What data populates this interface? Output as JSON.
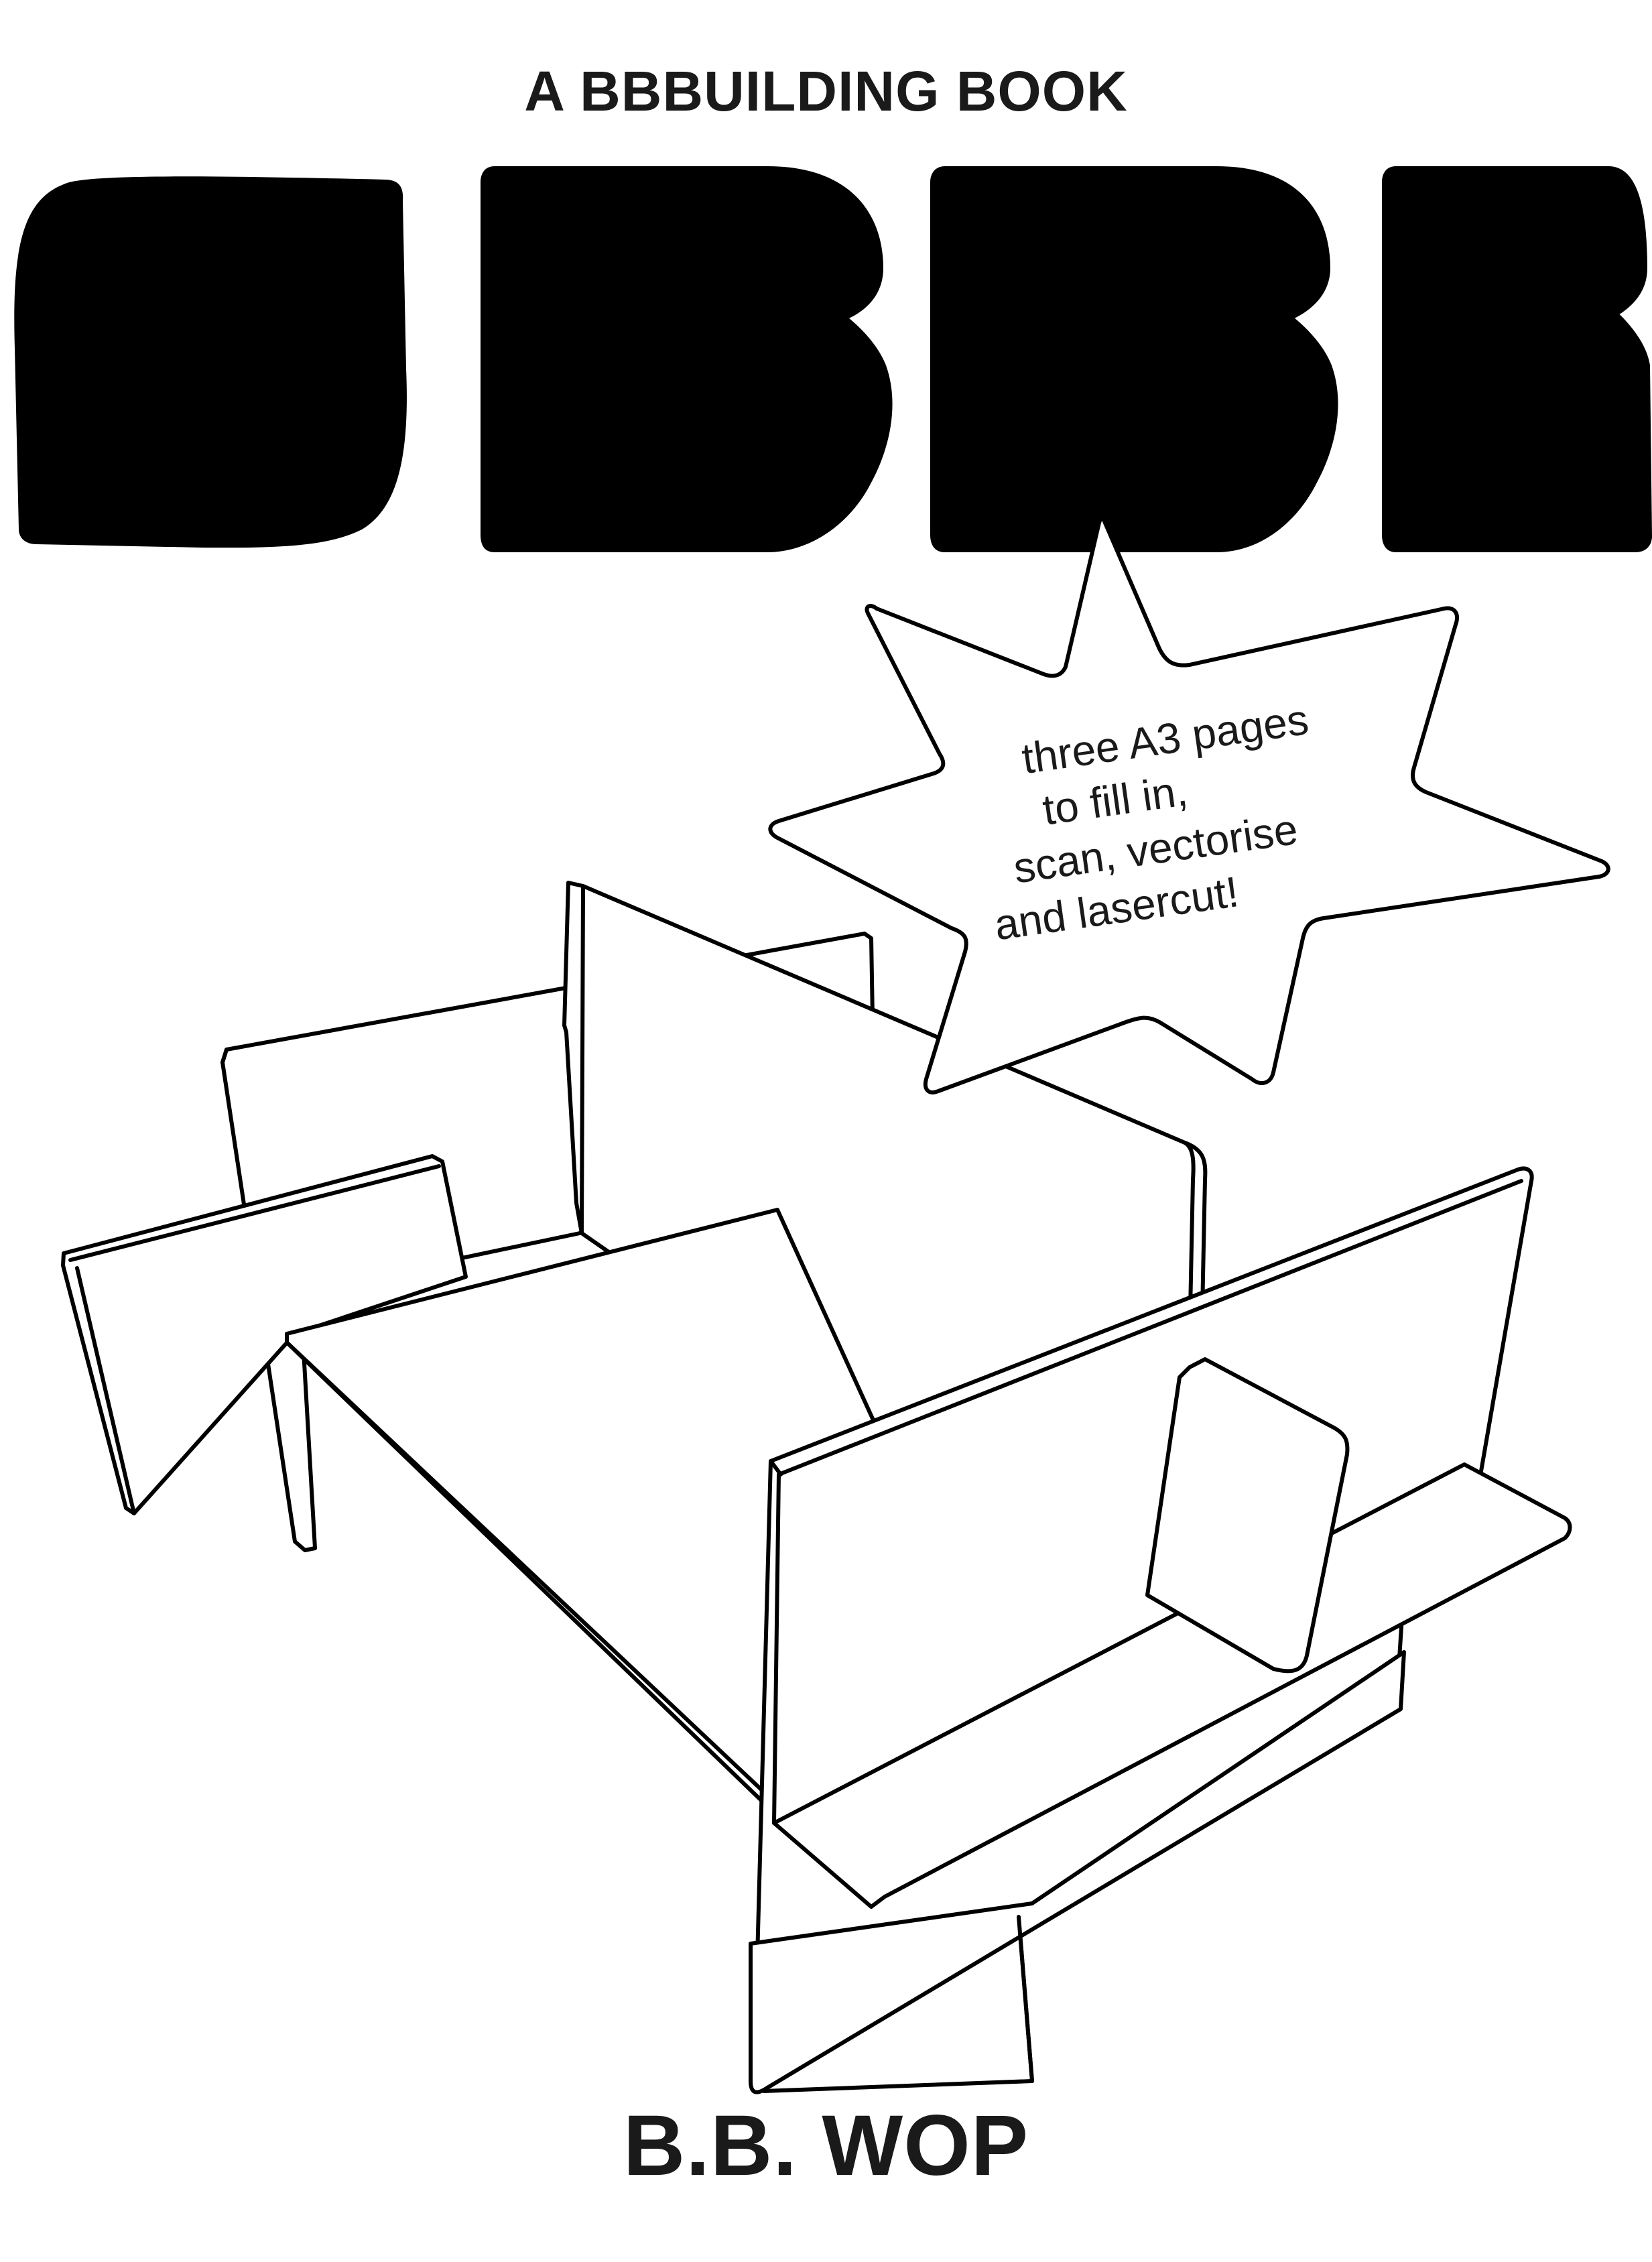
{
  "cover": {
    "kicker": "A BBBUILDING BOOK",
    "author": "B.B. WOP",
    "burst_lines": [
      "three A3 pages",
      "to fill in,",
      "scan, vectorise",
      "and lasercut!"
    ]
  },
  "colors": {
    "ink": "#1a1a1a",
    "paper": "#ffffff"
  }
}
